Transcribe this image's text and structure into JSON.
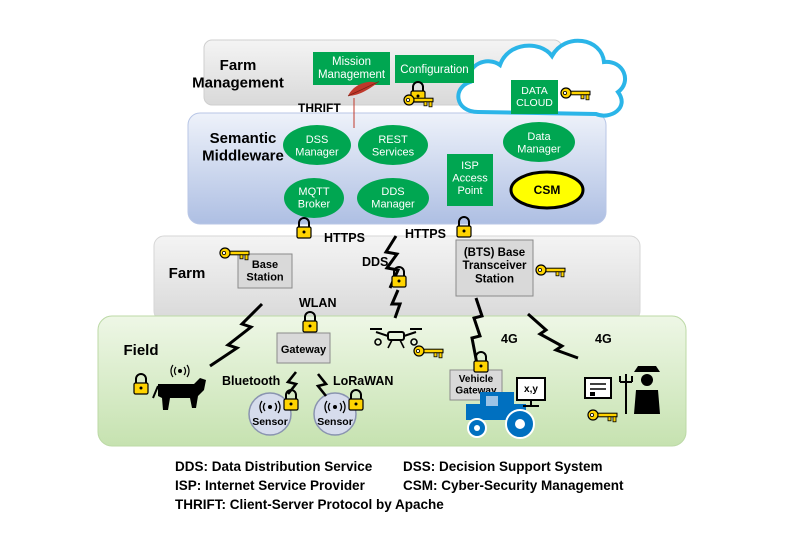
{
  "layers": {
    "farm_management": "Farm\nManagement",
    "semantic_middleware": "Semantic\nMiddleware",
    "farm": "Farm",
    "field": "Field"
  },
  "boxes": {
    "mission_management": "Mission\nManagement",
    "configuration": "Configuration",
    "data_cloud": "DATA\nCLOUD",
    "isp_access_point": "ISP\nAccess\nPoint",
    "base_station": "Base\nStation",
    "bts": "(BTS) Base\nTransceiver\nStation",
    "gateway": "Gateway",
    "vehicle_gateway": "Vehicle\nGateway",
    "xy": "x,y"
  },
  "ellipses": {
    "dss_manager": "DSS\nManager",
    "rest_services": "REST\nServices",
    "data_manager": "Data\nManager",
    "mqtt_broker": "MQTT\nBroker",
    "dds_manager": "DDS\nManager",
    "csm": "CSM",
    "sensor1": "Sensor",
    "sensor2": "Sensor"
  },
  "links": {
    "thrift": "THRIFT",
    "https_left": "HTTPS",
    "https_right": "HTTPS",
    "dds": "DDS",
    "wlan": "WLAN",
    "bluetooth": "Bluetooth",
    "lorawan": "LoRaWAN",
    "g4_left": "4G",
    "g4_right": "4G"
  },
  "legend": {
    "dds": "DDS: Data Distribution Service",
    "dss": "DSS: Decision Support System",
    "isp": "ISP: Internet Service Provider",
    "csm": "CSM: Cyber-Security Management",
    "thrift": "THRIFT: Client-Server Protocol by Apache"
  },
  "colors": {
    "green_box": "#00a651",
    "layer_grey": "#e4e4e4",
    "middleware_blue": "#c9d6ee",
    "field_green": "#d9ecc9",
    "cloud_stroke": "#2bb5e8",
    "csm_yellow": "#ffff00",
    "key_yellow": "#ffd400",
    "tractor_blue": "#0070c0"
  },
  "icons": [
    "lock-icon",
    "key-icon",
    "lightning-icon",
    "drone-icon",
    "cow-icon",
    "tractor-icon",
    "farmer-icon",
    "monitor-icon",
    "feather-icon",
    "wifi-signal-icon"
  ]
}
